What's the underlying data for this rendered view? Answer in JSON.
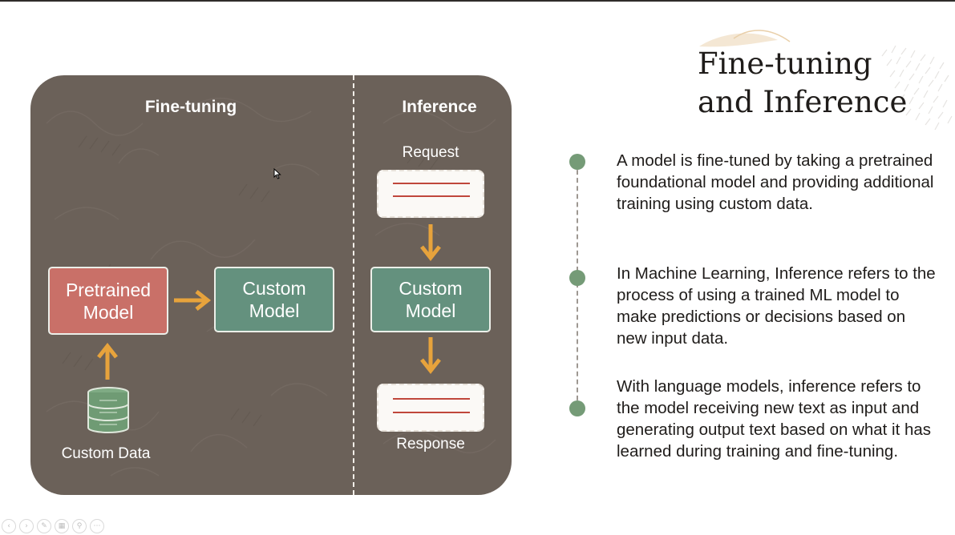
{
  "slide": {
    "title_lines": [
      "Fine-tuning",
      "and Inference"
    ]
  },
  "diagram": {
    "fine_tuning": {
      "title": "Fine-tuning",
      "pretrained_label": "Pretrained Model",
      "custom_label": "Custom Model",
      "data_label": "Custom Data"
    },
    "inference": {
      "title": "Inference",
      "request_label": "Request",
      "custom_label": "Custom Model",
      "response_label": "Response"
    },
    "colors": {
      "panel": "#6b6159",
      "pretrained_box": "#c97068",
      "custom_box": "#64917e",
      "arrow": "#e7a33c",
      "doc_line": "#c0473c"
    }
  },
  "bullets": [
    {
      "text": "A model is fine-tuned by taking a pretrained foundational model and providing additional training using custom data."
    },
    {
      "text": "In Machine Learning, Inference refers to the process of using a trained ML model to make predictions or decisions based on new input data."
    },
    {
      "text": "With language models, inference refers to the model receiving new text as input and generating output text based on what it has learned during training and fine-tuning."
    }
  ],
  "bullet_dot_color": "#759b77",
  "toolbar": {
    "icons": [
      "previous-icon",
      "next-icon",
      "pen-icon",
      "slides-icon",
      "zoom-icon",
      "more-icon"
    ]
  }
}
